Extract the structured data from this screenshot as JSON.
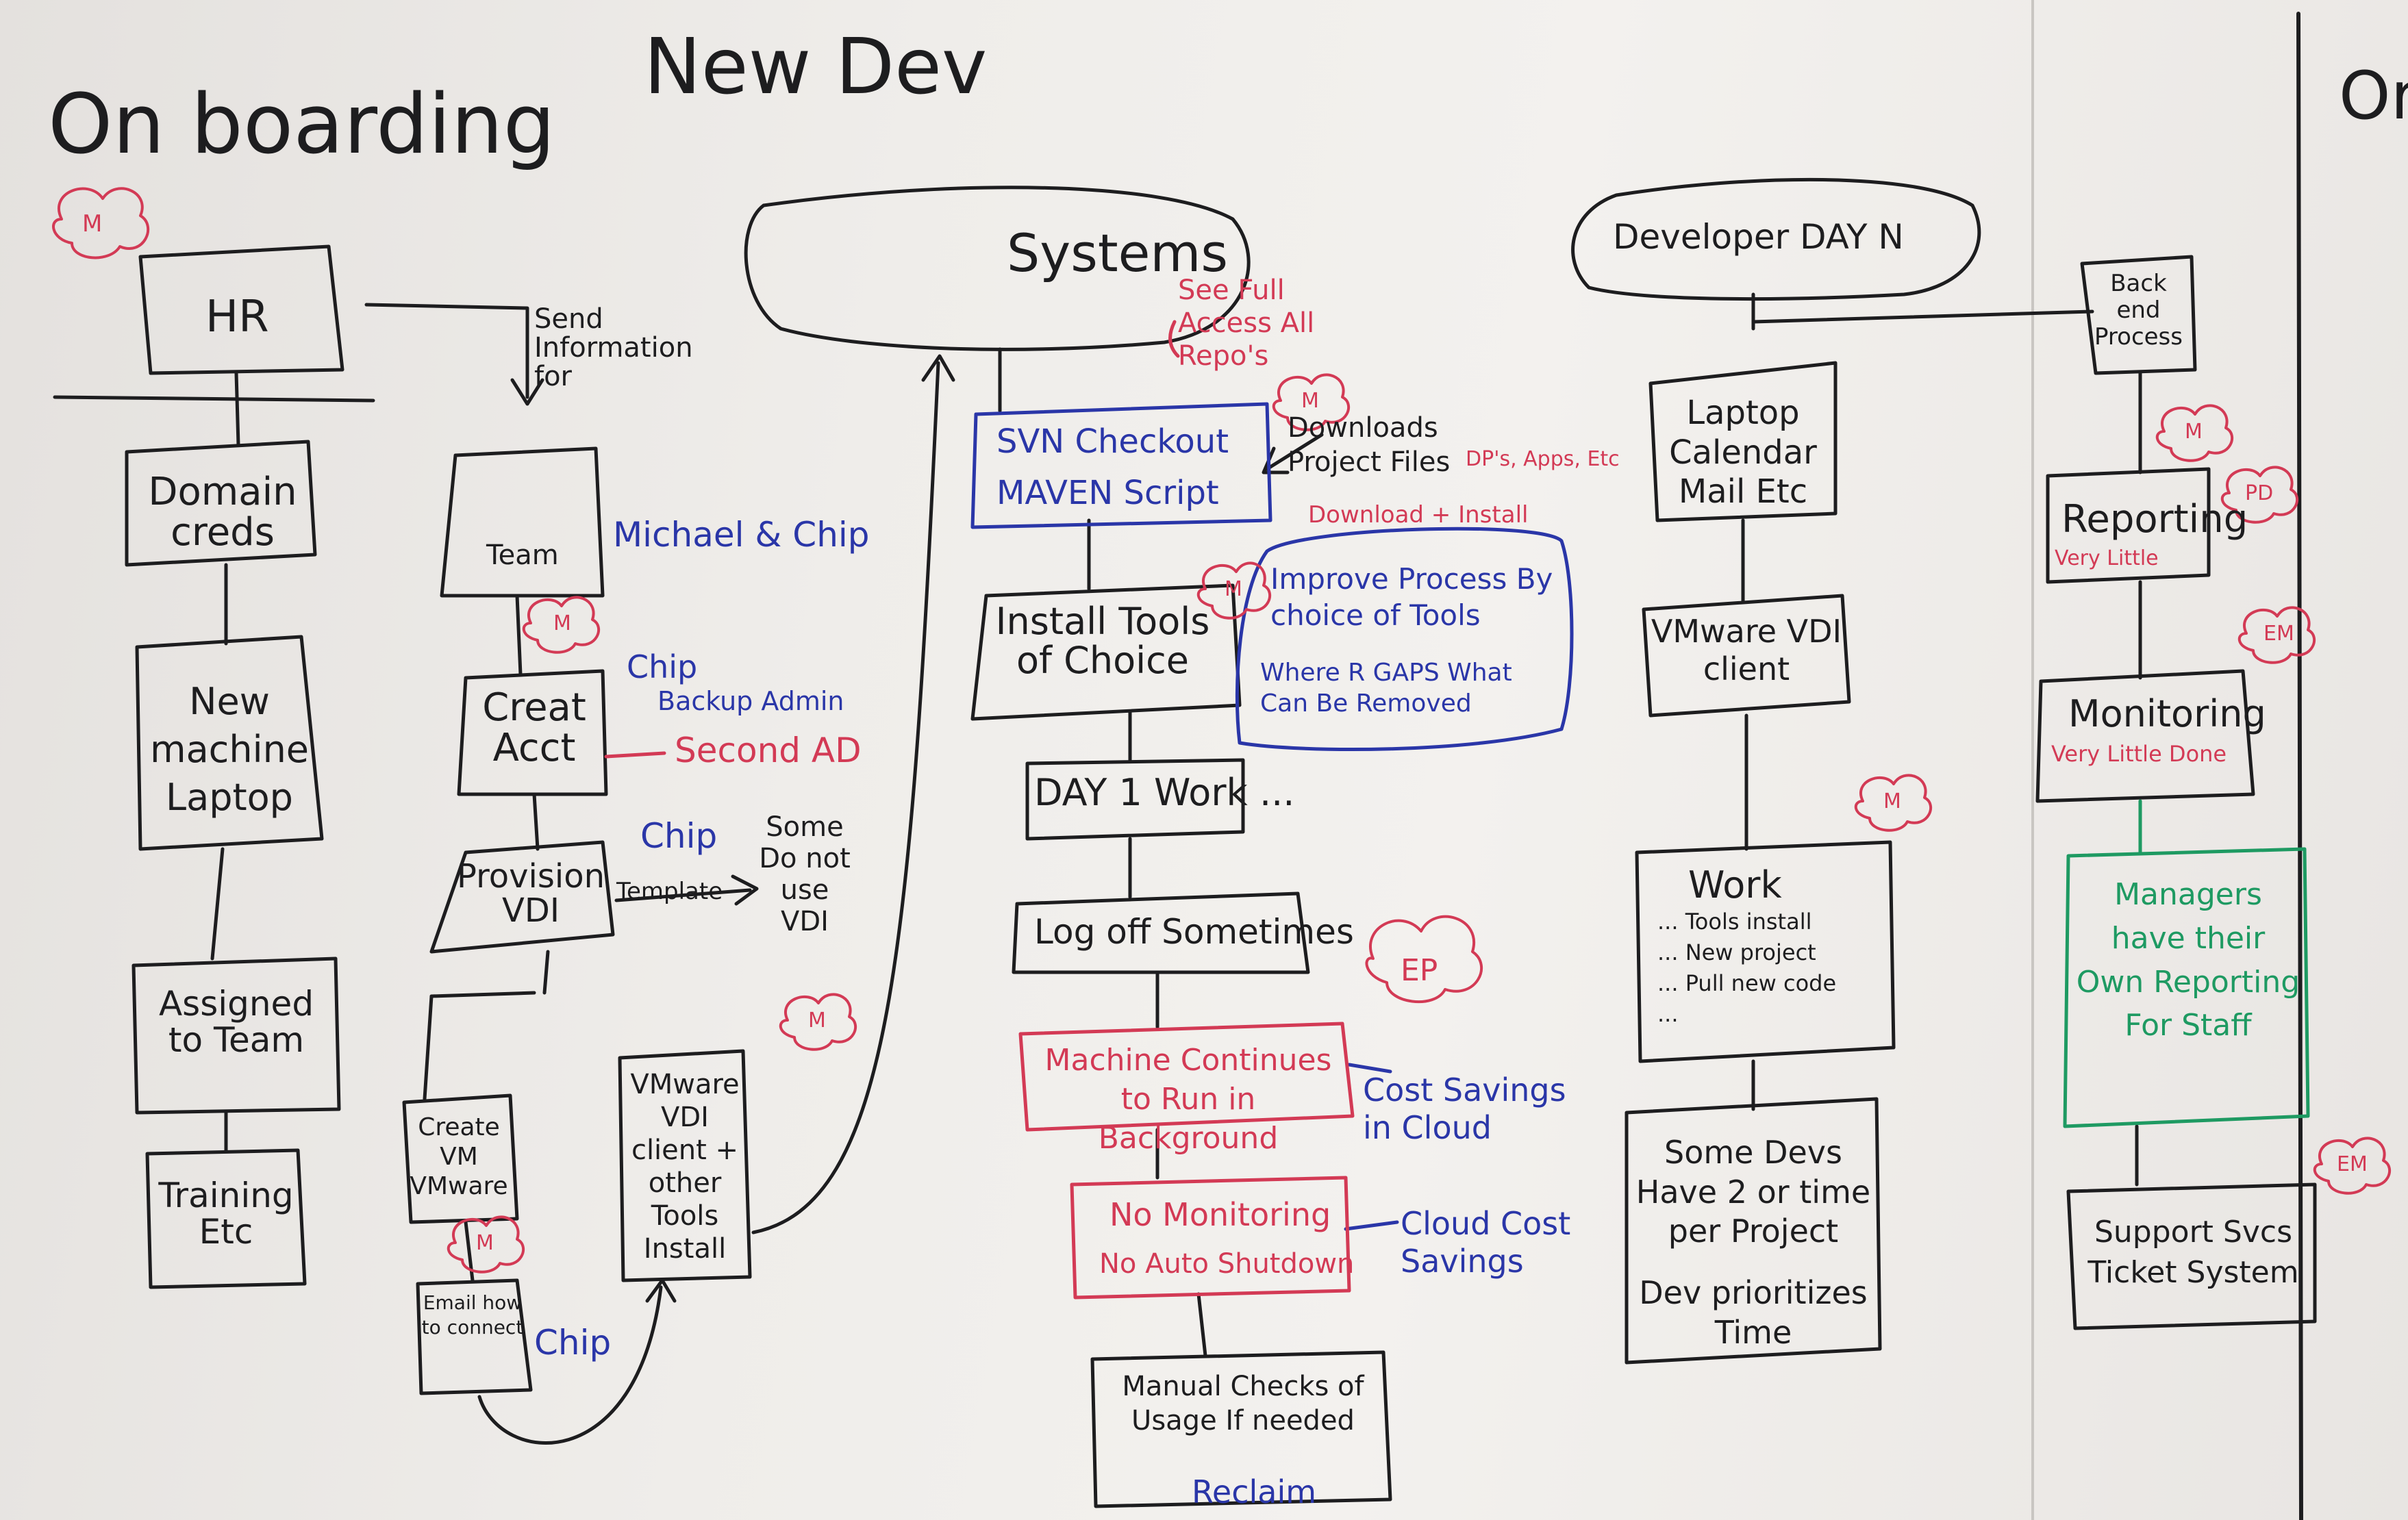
{
  "title": {
    "left": "On boarding",
    "right": "New Dev",
    "edge": "Or"
  },
  "hr": {
    "label": "HR",
    "note": "Send Information for",
    "steps": [
      "Domain creds",
      "New machine Laptop",
      "Assigned to Team",
      "Training Etc"
    ]
  },
  "team": {
    "label": "Team",
    "owners": "Michael & Chip",
    "create_acct": "Creat Acct",
    "chip_1": "Chip",
    "backup_admin": "Backup Admin",
    "second_ad": "Second AD",
    "provision": "Provision VDI",
    "chip_2": "Chip",
    "template": "Template",
    "some_no_vdi": "Some Do not use VDI",
    "create_vm": "Create VM VMware",
    "email": "Email how to connect",
    "chip_3": "Chip",
    "vmware_client": "VMware VDI client + other Tools Install"
  },
  "systems": {
    "label": "Systems",
    "svn": "SVN Checkout",
    "maven": "MAVEN Script",
    "see_full": "See Full Access All Repo's",
    "downloads": "Downloads Project Files",
    "download_install": "Download + Install",
    "dps_apps": "DP's, Apps, Etc",
    "install": "Install Tools of Choice",
    "improve": "Improve Process By choice of Tools",
    "gaps": "Where R GAPS What Can Be Removed",
    "day1": "DAY 1 Work ...",
    "logoff": "Log off Sometimes",
    "machine": "Machine Continues to Run in Background",
    "cost_cloud": "Cost Savings in Cloud",
    "nomon": "No Monitoring",
    "noauto": "No Auto Shutdown",
    "cloud_savings": "Cloud Cost Savings",
    "manual": "Manual Checks of Usage If needed",
    "reclaim": "Reclaim"
  },
  "devday": {
    "label": "Developer DAY N",
    "laptop": "Laptop Calendar Mail Etc",
    "vmware": "VMware VDI client",
    "work": "Work",
    "work_items": [
      "... Tools install",
      "... New project",
      "... Pull new code",
      "..."
    ],
    "some_devs": "Some Devs Have 2 or time per Project",
    "prioritizes": "Dev prioritizes Time"
  },
  "backend": {
    "label": "Back end Process",
    "reporting": "Reporting",
    "rep_note": "Very Little",
    "monitoring": "Monitoring",
    "mon_note": "Very Little Done",
    "managers": "Managers have their Own Reporting For Staff",
    "support": "Support Svcs Ticket System"
  },
  "badges": {
    "m": "M",
    "pd": "PD",
    "ep": "EP",
    "em": "EM"
  },
  "colors": {
    "black": "#1d1d1f",
    "blue": "#2a36a8",
    "red": "#d33a55",
    "green": "#1e9a62"
  }
}
